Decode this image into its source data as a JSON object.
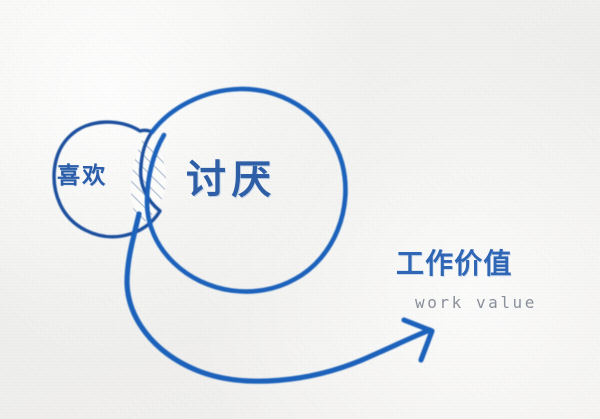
{
  "page": {
    "type": "hand-drawn-venn-diagram",
    "background_color": "#f1f1ef",
    "ink_color": "#1f62bb"
  },
  "diagram": {
    "title_cn": "工作价值",
    "title_en": "work value",
    "sets": [
      {
        "id": "like",
        "label": "喜欢",
        "role": "small-circle",
        "text_color": "#2b5eaa"
      },
      {
        "id": "dislike",
        "label": "讨厌",
        "role": "large-circle",
        "text_color": "#2d5ea6"
      }
    ],
    "intersection": {
      "label": "",
      "fill": "diagonal-hatch",
      "hatch_color": "#b6c3d6"
    },
    "annotation": {
      "cn": "工作价值",
      "en": "work value",
      "cn_color": "#2f66b5",
      "en_color": "#8a909a"
    },
    "arrow": {
      "name": "curved-arrow",
      "from": "intersection",
      "to": "work-value-label",
      "color": "#1f62bb"
    }
  }
}
